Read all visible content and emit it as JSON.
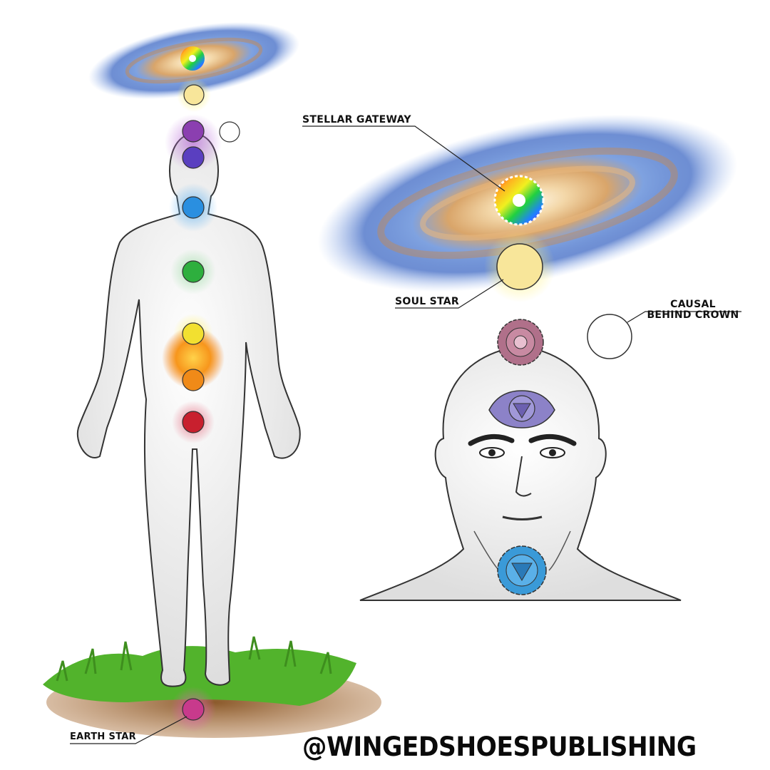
{
  "labels": {
    "stellar_gateway": "STELLAR GATEWAY",
    "soul_star": "SOUL STAR",
    "causal_line1": "CAUSAL",
    "causal_line2": "BEHIND CROWN",
    "earth_star": "EARTH STAR"
  },
  "watermark": {
    "handle": "@WINGEDSHOESPUBLISHING"
  },
  "chakras_on_body": [
    {
      "name": "soul-star",
      "color": "#f7e38e"
    },
    {
      "name": "crown",
      "color": "#8b3fb0"
    },
    {
      "name": "third-eye",
      "color": "#5a3fc0"
    },
    {
      "name": "throat",
      "color": "#2a8fe0"
    },
    {
      "name": "heart",
      "color": "#2eaf3e"
    },
    {
      "name": "solar-plexus",
      "color": "#f2e030"
    },
    {
      "name": "sacral",
      "color": "#f08a18"
    },
    {
      "name": "root",
      "color": "#c8202e"
    },
    {
      "name": "earth-star",
      "color": "#c83a8c"
    }
  ],
  "causal_color": "#ffffff",
  "galaxy_core_color": "rainbow",
  "grass_color": "#4caf2a",
  "soil_color": "#8b5a2b"
}
